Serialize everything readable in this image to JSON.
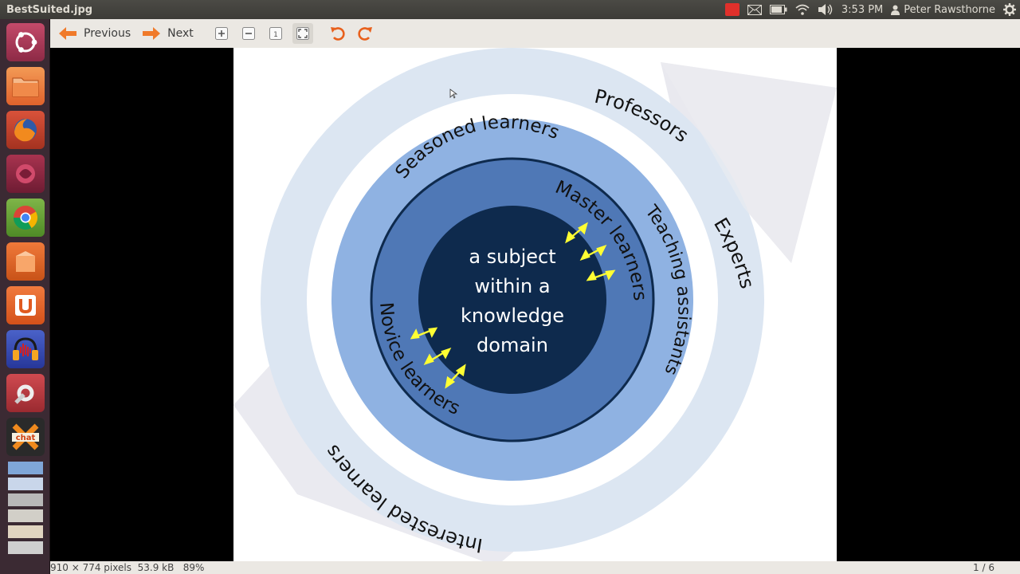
{
  "window": {
    "title": "BestSuited.jpg"
  },
  "panel": {
    "time": "3:53 PM",
    "user": "Peter Rawsthorne",
    "icons": [
      "record-indicator-icon",
      "mail-icon",
      "battery-icon",
      "wifi-icon",
      "volume-icon",
      "user-icon",
      "gear-icon"
    ]
  },
  "toolbar": {
    "previous_label": "Previous",
    "next_label": "Next",
    "icons": [
      "zoom-in-icon",
      "zoom-out-icon",
      "zoom-normal-icon",
      "best-fit-icon",
      "rotate-left-icon",
      "rotate-right-icon"
    ]
  },
  "launcher": {
    "items": [
      "dash-home",
      "files",
      "firefox",
      "app-red",
      "chrome",
      "app-orange",
      "ubuntu-one",
      "audacity",
      "system-settings",
      "xchat",
      "stacked-apps"
    ]
  },
  "diagram": {
    "center": [
      "a subject",
      "within a",
      "knowledge",
      "domain"
    ],
    "rings": {
      "interested": "Interested learners",
      "seasoned": "Seasoned learners",
      "professors": "Professors",
      "experts": "Experts",
      "teaching": "Teaching assistants",
      "master": "Master learners",
      "novice": "Novice learners"
    },
    "colors": {
      "outer_ring": "#dce6f2",
      "middle_ring": "#8fb2e2",
      "inner_ring": "#4f78b6",
      "core": "#0e2a4d",
      "arrow": "#e8e8ee",
      "double_arrows": "#ffff33"
    }
  },
  "status": {
    "dimensions": "910 × 774 pixels",
    "size": "53.9 kB",
    "zoom": "89%",
    "page": "1 / 6"
  }
}
